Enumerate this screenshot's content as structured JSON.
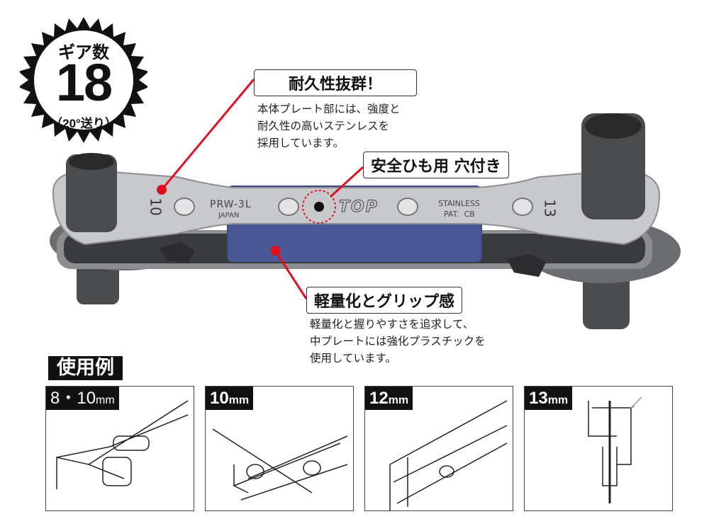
{
  "badge": {
    "title": "ギア数",
    "number": "18",
    "subtitle": "（20°送り）"
  },
  "product": {
    "left_size": "10",
    "right_size": "13",
    "model": "PRW-3L",
    "origin": "JAPAN",
    "brand": "TOP",
    "material": "STAINLESS",
    "patent": "PAT.  CB"
  },
  "callouts": [
    {
      "title": "耐久性抜群！",
      "description": "本体プレート部には、強度と\n耐久性の高いステンレスを\n採用しています。"
    },
    {
      "title": "安全ひも用 穴付き",
      "description": ""
    },
    {
      "title": "軽量化とグリップ感",
      "description": "軽量化と握りやすさを追求して、\n中プレートには強化プラスチックを\n使用しています。"
    }
  ],
  "usage": {
    "title": "使用例",
    "panels": [
      {
        "size": "8・10",
        "unit": "mm"
      },
      {
        "size": "10",
        "unit": "mm"
      },
      {
        "size": "12",
        "unit": "mm"
      },
      {
        "size": "13",
        "unit": "mm"
      }
    ]
  },
  "colors": {
    "accent": "#e0101e",
    "grip": "#3d4a86",
    "steel": "#c8c9cc",
    "socket": "#4a4b4d"
  }
}
